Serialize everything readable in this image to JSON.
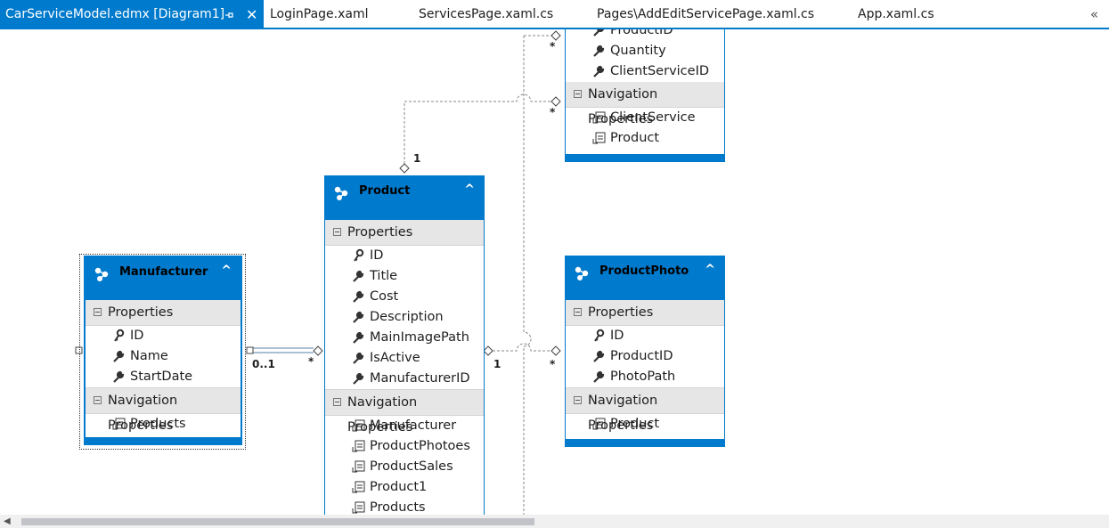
{
  "tabs": [
    {
      "label": "CarServiceModel.edmx [Diagram1]"
    },
    {
      "label": "LoginPage.xaml"
    },
    {
      "label": "ServicesPage.xaml.cs"
    },
    {
      "label": "Pages\\AddEditServicePage.xaml.cs"
    },
    {
      "label": "App.xaml.cs"
    }
  ],
  "tab_pin_icon": "pin-icon",
  "tab_close_glyph": "✕",
  "overflow_glyph": "«",
  "accent_color": "#007acc",
  "entities": {
    "client_service_product": {
      "properties": [
        "ProductID",
        "Quantity",
        "ClientServiceID"
      ],
      "nav_label": "Navigation Properties",
      "nav": [
        "ClientService",
        "Product"
      ]
    },
    "product": {
      "title": "Product",
      "props_label": "Properties",
      "properties": [
        "ID",
        "Title",
        "Cost",
        "Description",
        "MainImagePath",
        "IsActive",
        "ManufacturerID"
      ],
      "nav_label": "Navigation Properties",
      "nav": [
        "Manufacturer",
        "ProductPhotoes",
        "ProductSales",
        "Product1",
        "Products"
      ]
    },
    "manufacturer": {
      "title": "Manufacturer",
      "props_label": "Properties",
      "properties": [
        "ID",
        "Name",
        "StartDate"
      ],
      "nav_label": "Navigation Properties",
      "nav": [
        "Products"
      ]
    },
    "product_photo": {
      "title": "ProductPhoto",
      "props_label": "Properties",
      "properties": [
        "ID",
        "ProductID",
        "PhotoPath"
      ],
      "nav_label": "Navigation Properties",
      "nav": [
        "Product"
      ]
    }
  },
  "multiplicities": {
    "top_many_1": "*",
    "top_many_2": "*",
    "product_top_one": "1",
    "manu_zero_one": "0..1",
    "manu_many": "*",
    "photo_one": "1",
    "photo_many": "*"
  }
}
